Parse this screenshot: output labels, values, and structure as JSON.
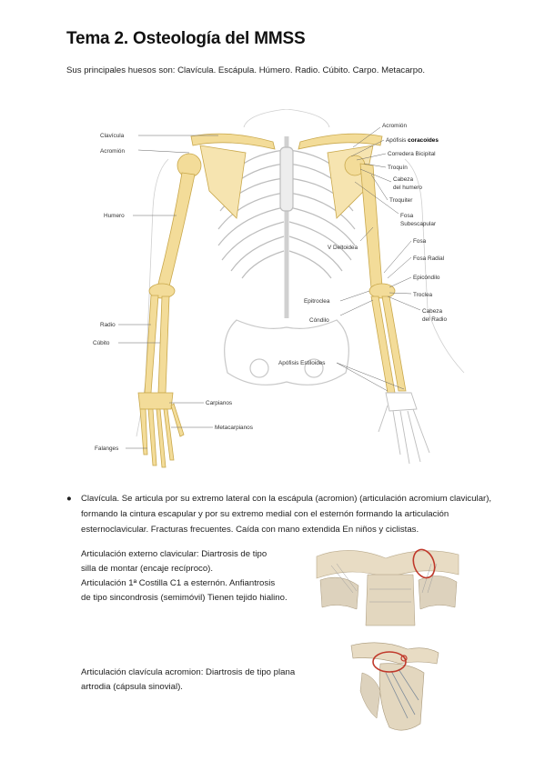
{
  "title": "Tema 2. Osteología del MMSS",
  "intro": "Sus principales huesos son: Clavícula. Escápula. Húmero. Radio. Cúbito. Carpo. Metacarpo.",
  "figure": {
    "labels_left": {
      "clavicula": "Clavícula",
      "acromion": "Acromión",
      "humero": "Humero",
      "radio": "Radio",
      "cubito": "Cúbito",
      "carpianos": "Carpianos",
      "metacarpianos": "Metacarpianos",
      "falanges": "Falanges"
    },
    "labels_right": {
      "acromion": "Acromión",
      "apofisis_prefix": "Apófisis",
      "apofisis_bold": "coracoides",
      "corredera": "Corredera Bicipital",
      "troquin": "Troquín",
      "cabeza_humero_1": "Cabeza",
      "cabeza_humero_2": "del humero",
      "troquiter": "Troquiter",
      "fosa_sub_1": "Fosa",
      "fosa_sub_2": "Subescapular",
      "v_deltoidea": "V Deltoidea",
      "fosa": "Fosa",
      "fosa_radial": "Fosa Radial",
      "epicondilo": "Epicóndilo",
      "epitroclea": "Epitroclea",
      "troclea": "Troclea",
      "condilo": "Cóndilo",
      "cabeza_radio_1": "Cabeza",
      "cabeza_radio_2": "del Radio",
      "estiloides": "Apófisis Estiloides"
    }
  },
  "bullet": "Clavícula. Se articula por su extremo lateral con la escápula (acromion) (articulación acromium clavicular), formando la cintura escapular y por su extremo medial con el esternón formando la articulación esternoclavicular. Fracturas frecuentes. Caída con mano extendida En niños y ciclistas.",
  "para1": {
    "line1": "Articulación externo clavicular: Diartrosis de tipo",
    "line2": "silla de montar (encaje recíproco).",
    "line3": "Articulación 1ª Costilla C1 a esternón. Anfiantrosis",
    "line4": "de tipo sincondrosis (semimóvil) Tienen tejido hialino."
  },
  "para2": {
    "line1": "Articulación clavícula acromion: Diartrosis de tipo plana",
    "line2": "artrodia (cápsula sinovial)."
  }
}
